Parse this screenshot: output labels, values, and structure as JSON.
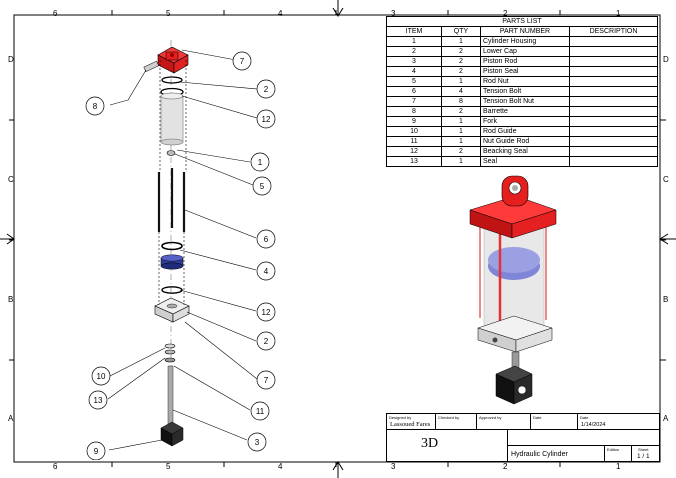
{
  "sheet": {
    "zones_columns": [
      "6",
      "5",
      "4",
      "3",
      "2",
      "1"
    ],
    "zones_rows": [
      "D",
      "C",
      "B",
      "A"
    ]
  },
  "parts_list": {
    "title": "PARTS LIST",
    "headers": [
      "ITEM",
      "QTY",
      "PART NUMBER",
      "DESCRIPTION"
    ],
    "rows": [
      [
        "1",
        "1",
        "Cylinder Housing",
        ""
      ],
      [
        "2",
        "2",
        "Lower Cap",
        ""
      ],
      [
        "3",
        "2",
        "Piston Rod",
        ""
      ],
      [
        "4",
        "2",
        "Piston Seal",
        ""
      ],
      [
        "5",
        "1",
        "Rod Nut",
        ""
      ],
      [
        "6",
        "4",
        "Tension Bolt",
        ""
      ],
      [
        "7",
        "8",
        "Tension Bolt Nut",
        ""
      ],
      [
        "8",
        "2",
        "Barrette",
        ""
      ],
      [
        "9",
        "1",
        "Fork",
        ""
      ],
      [
        "10",
        "1",
        "Rod Guide",
        ""
      ],
      [
        "11",
        "1",
        "Nut Guide Rod",
        ""
      ],
      [
        "12",
        "2",
        "Beacking Seal",
        ""
      ],
      [
        "13",
        "1",
        "Seal",
        ""
      ]
    ]
  },
  "balloons": {
    "b7_top": "7",
    "b2_top": "2",
    "b12_top": "12",
    "b8": "8",
    "b1": "1",
    "b5": "5",
    "b6": "6",
    "b4": "4",
    "b12_bot": "12",
    "b2_bot": "2",
    "b7_bot": "7",
    "b10": "10",
    "b13": "13",
    "b11": "11",
    "b3": "3",
    "b9": "9"
  },
  "title_block": {
    "designed_by_label": "Designed by",
    "designed_by": "Lassoued Fares",
    "checked_by_label": "Checked by",
    "approved_by_label": "Approved by",
    "date_label_1": "Date",
    "date_label_2": "Date",
    "date": "1/14/2024",
    "view_label": "3D",
    "title": "Hydraulic Cylinder",
    "edition_label": "Edition",
    "sheet_label": "Sheet",
    "sheet": "1 / 1"
  },
  "colors": {
    "red": "#e51e1e",
    "glass": "#d6d6d6",
    "blue": "#5561c8",
    "dark": "#2a2a2a"
  }
}
